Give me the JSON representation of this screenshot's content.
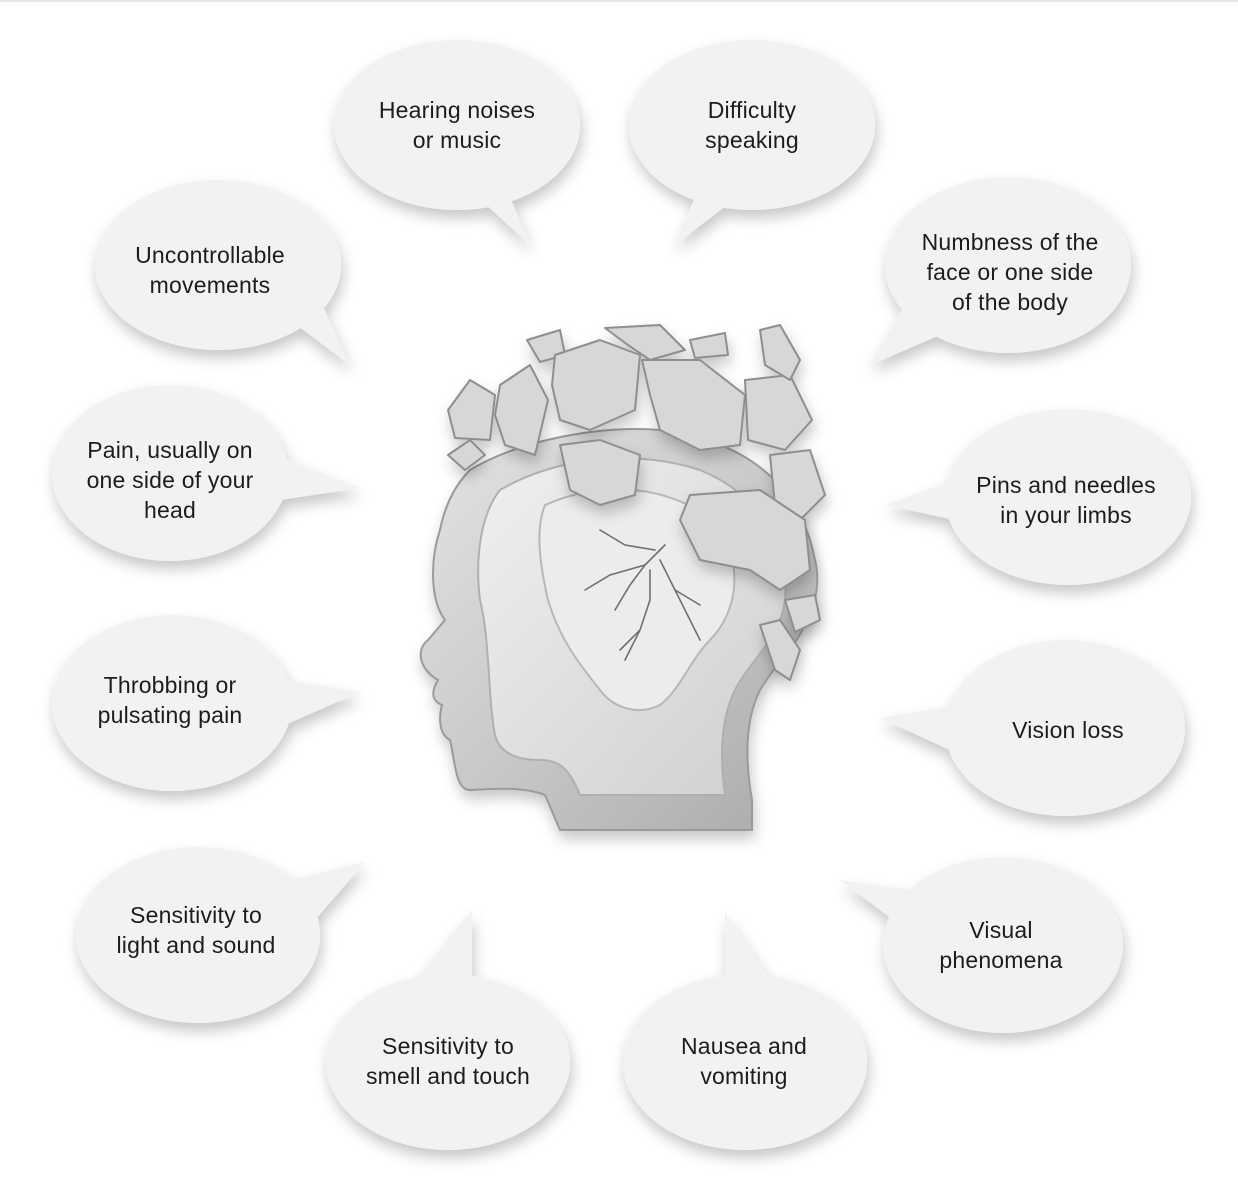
{
  "diagram": {
    "center_image": "cracked-head-icon",
    "colors": {
      "bubble_fill": "#f2f2f2",
      "text": "#1c1c1c",
      "head": "#c8c8c8",
      "background": "#ffffff"
    },
    "symptoms": [
      {
        "id": "hearing",
        "label": "Hearing noises or music",
        "lines": [
          "Hearing noises",
          "or music"
        ]
      },
      {
        "id": "speaking",
        "label": "Difficulty speaking",
        "lines": [
          "Difficulty",
          "speaking"
        ]
      },
      {
        "id": "uncontrollable",
        "label": "Uncontrollable movements",
        "lines": [
          "Uncontrollable",
          "movements"
        ]
      },
      {
        "id": "numbness",
        "label": "Numbness of the face or one side of the body",
        "lines": [
          "Numbness of the",
          "face or one side",
          "of the body"
        ]
      },
      {
        "id": "pain-side",
        "label": "Pain, usually on one side of your head",
        "lines": [
          "Pain, usually on",
          "one side of your",
          "head"
        ]
      },
      {
        "id": "pins",
        "label": "Pins and needles in your limbs",
        "lines": [
          "Pins and needles",
          "in your limbs"
        ]
      },
      {
        "id": "throbbing",
        "label": "Throbbing or pulsating pain",
        "lines": [
          "Throbbing or",
          "pulsating pain"
        ]
      },
      {
        "id": "vision-loss",
        "label": "Vision loss",
        "lines": [
          "Vision loss"
        ]
      },
      {
        "id": "light-sound",
        "label": "Sensitivity to light and sound",
        "lines": [
          "Sensitivity to",
          "light and sound"
        ]
      },
      {
        "id": "visual",
        "label": "Visual phenomena",
        "lines": [
          "Visual",
          "phenomena"
        ]
      },
      {
        "id": "smell-touch",
        "label": "Sensitivity to smell and touch",
        "lines": [
          "Sensitivity to",
          "smell and touch"
        ]
      },
      {
        "id": "nausea",
        "label": "Nausea and vomiting",
        "lines": [
          "Nausea and",
          "vomiting"
        ]
      }
    ]
  }
}
